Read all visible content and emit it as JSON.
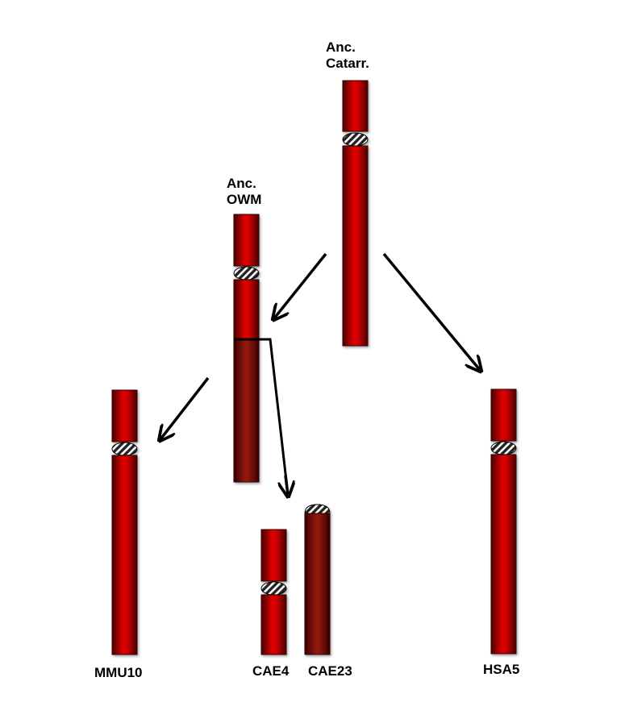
{
  "labels": {
    "anc_catarr_line1": "Anc.",
    "anc_catarr_line2": "Catarr.",
    "anc_owm_line1": "Anc.",
    "anc_owm_line2": "OWM",
    "mmu10": "MMU10",
    "cae4": "CAE4",
    "cae23": "CAE23",
    "hsa5": "HSA5"
  },
  "colors": {
    "chromosome": "#cc0000",
    "chromosome_dark": "#4a0000",
    "arrow": "#000000"
  }
}
